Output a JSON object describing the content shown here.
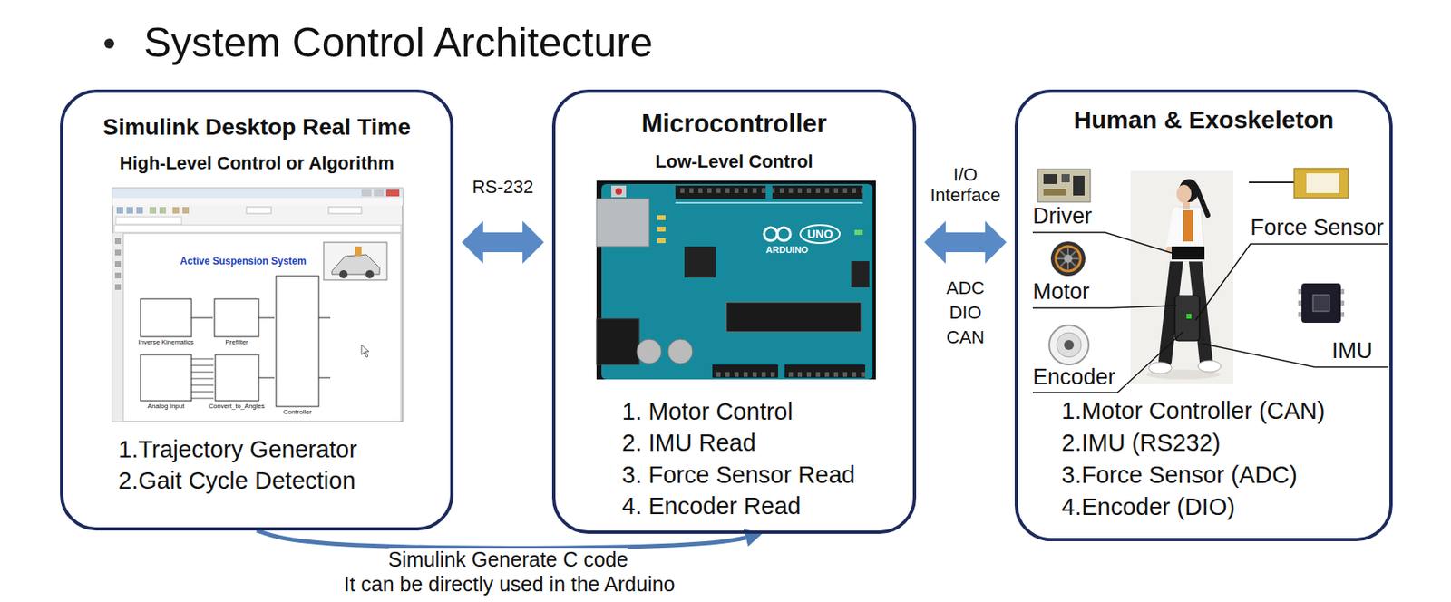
{
  "diagram": {
    "title": "System Control Architecture",
    "nodes": [
      {
        "text": [
          "Simulink Desktop Real Time",
          "High-Level Control or Algorithm",
          "1.Trajectory Generator",
          "2.Gait Cycle Detection"
        ]
      },
      {
        "text": [
          "Microcontroller",
          "Low-Level Control",
          "1. Motor Control",
          "2. IMU Read",
          "3. Force Sensor Read",
          "4. Encoder Read"
        ]
      },
      {
        "text": [
          "Human & Exoskeleton",
          "1.Motor Controller (CAN)",
          "2.IMU (RS232)",
          "3.Force Sensor (ADC)",
          "4.Encoder (DIO)"
        ]
      }
    ],
    "edges": [
      {
        "from": 0,
        "to": 1,
        "arrow": "both",
        "label": "RS-232"
      },
      {
        "from": 1,
        "to": 2,
        "arrow": "both",
        "label": "I/O Interface"
      },
      {
        "from": 0,
        "to": 1,
        "arrow": "to",
        "label": "Simulink Generate C code"
      }
    ],
    "labels": [
      "Active Suspension System",
      "Inverse Kinematics",
      "Prefilter",
      "Analog Input",
      "Convert_to_Angles",
      "Controller",
      "ARDUINO",
      "UNO",
      "Driver",
      "Force Sensor",
      "Motor",
      "IMU",
      "Encoder",
      "ADC",
      "DIO",
      "CAN",
      "It can be directly used in the Arduino"
    ]
  }
}
